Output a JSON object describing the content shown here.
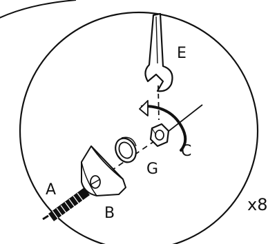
{
  "diagram": {
    "labels": {
      "a": "A",
      "b": "B",
      "c": "C",
      "e": "E",
      "g": "G"
    },
    "quantity": "x8",
    "stroke_color": "#111111",
    "background_color": "#ffffff"
  }
}
